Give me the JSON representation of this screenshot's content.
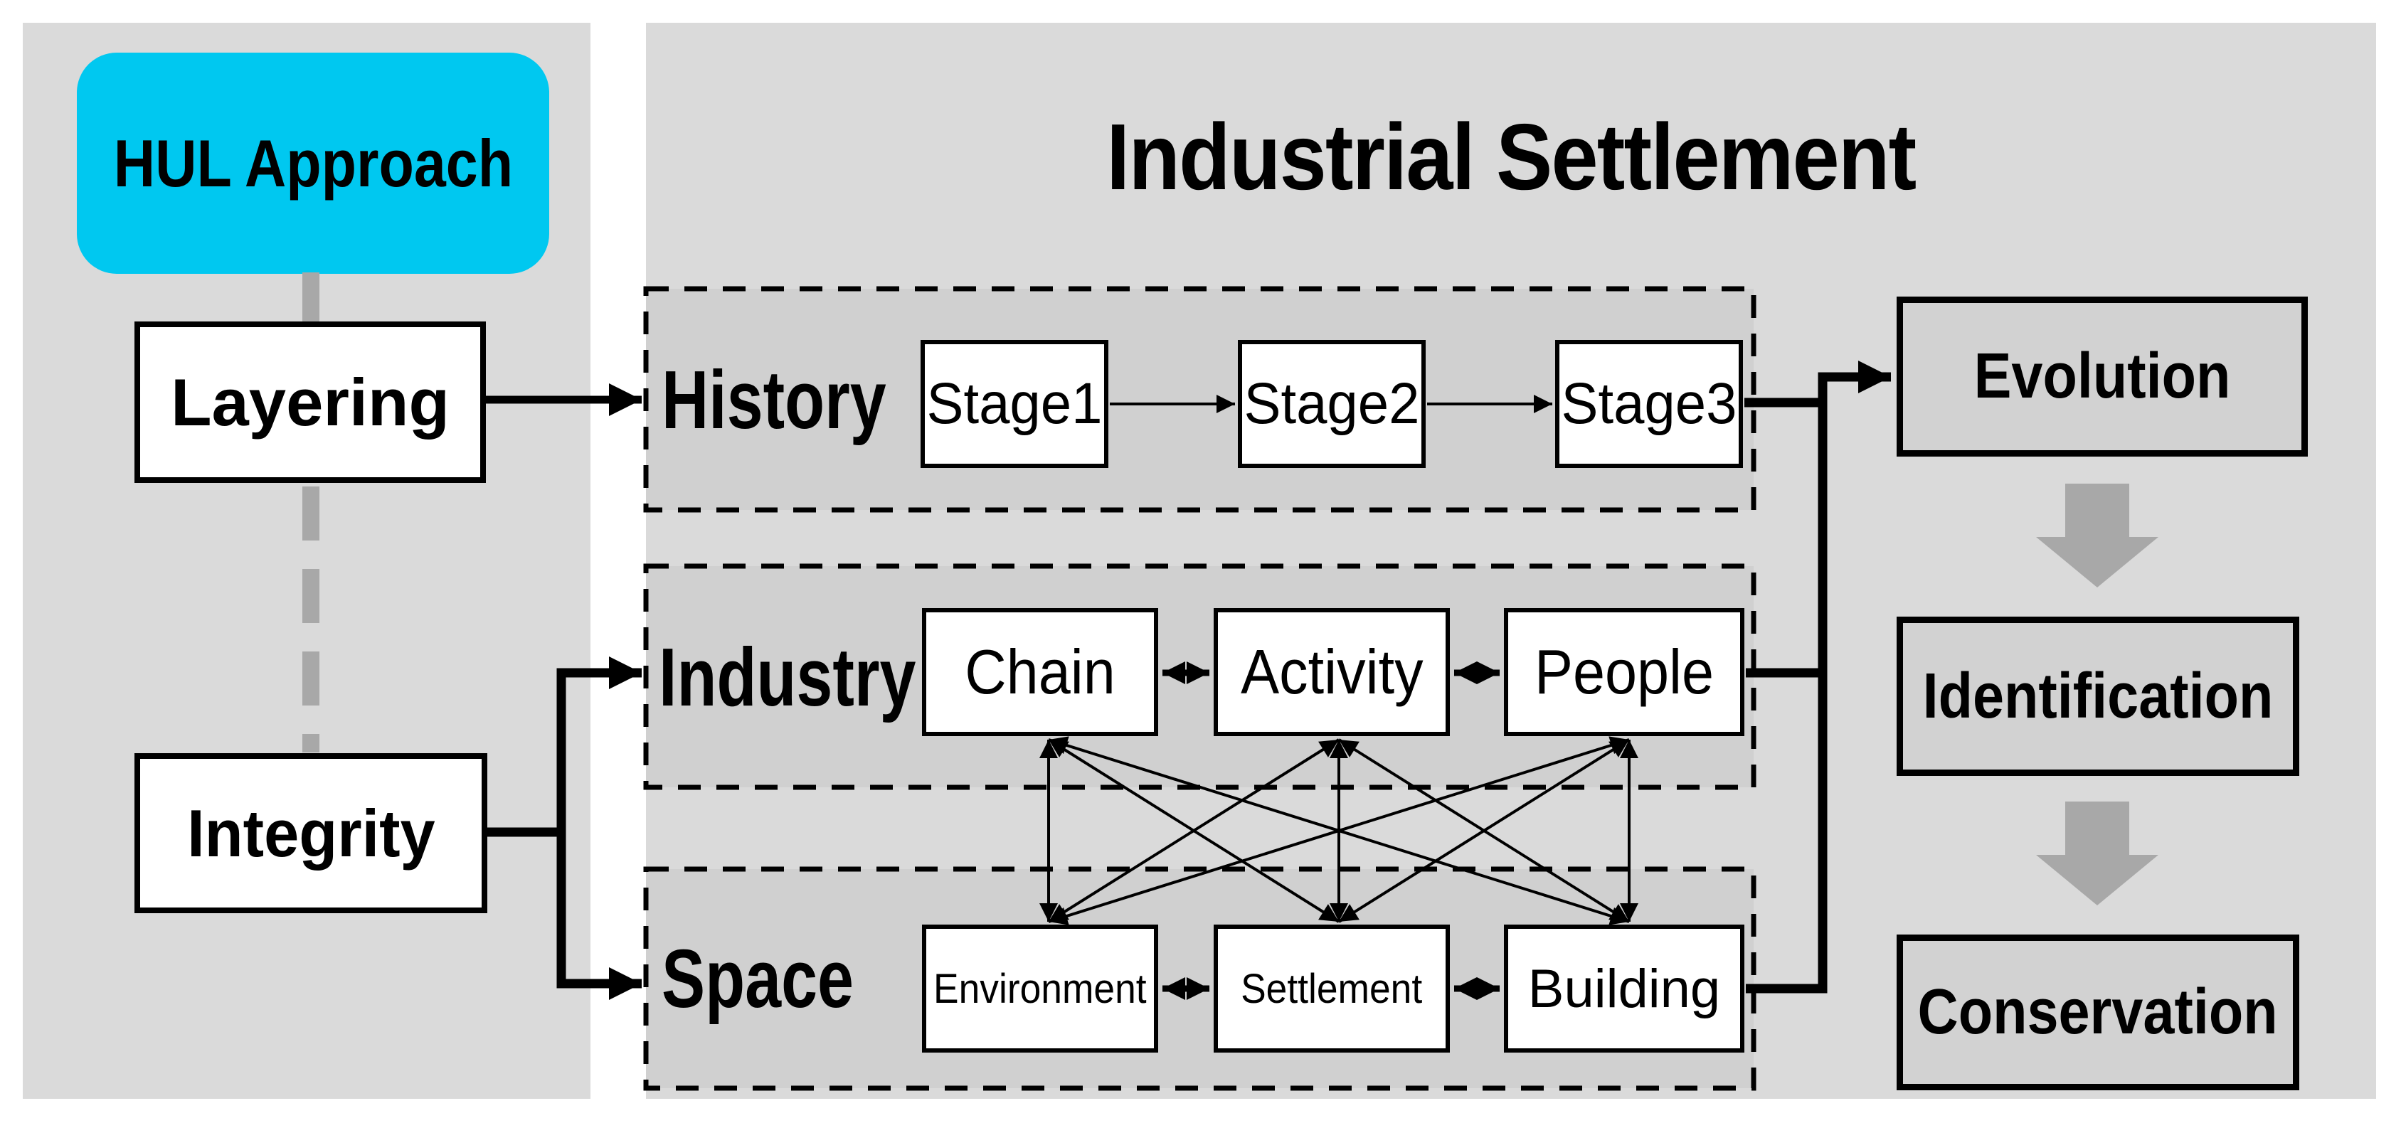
{
  "title": "Industrial Settlement",
  "hul": {
    "label": "HUL Approach"
  },
  "left": {
    "layering": "Layering",
    "integrity": "Integrity"
  },
  "rows": {
    "history": {
      "label": "History",
      "items": [
        "Stage1",
        "Stage2",
        "Stage3"
      ]
    },
    "industry": {
      "label": "Industry",
      "items": [
        "Chain",
        "Activity",
        "People"
      ]
    },
    "space": {
      "label": "Space",
      "items": [
        "Environment",
        "Settlement",
        "Building"
      ]
    }
  },
  "outputs": {
    "evolution": "Evolution",
    "identification": "Identification",
    "conservation": "Conservation"
  },
  "colors": {
    "panel_bg": "#dadada",
    "section_bg": "#d0d0d0",
    "output_box_bg": "#d2d2d2",
    "accent_cyan": "#00c8f0",
    "gray_connector": "#a8a8a8",
    "line_black": "#000000",
    "box_white": "#ffffff"
  }
}
